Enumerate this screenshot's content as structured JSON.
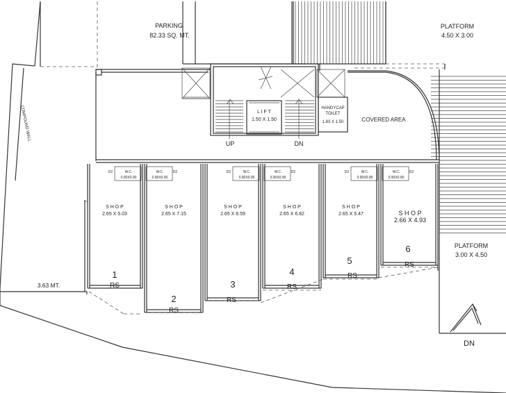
{
  "parking": {
    "title": "PARKING",
    "area": "82.33 SQ. MT."
  },
  "platform_top": {
    "title": "PLATFORM",
    "size": "4.50 X 3.00"
  },
  "platform_right": {
    "title": "PLATFORM",
    "size": "3.00 X 4.50"
  },
  "lift": {
    "title": "L I F T",
    "size": "1.50 X 1.50"
  },
  "toilet": {
    "title": "HANDYCAP",
    "title2": "TOILET",
    "size": "1.83 X 1.50"
  },
  "covered_area": "COVERED AREA",
  "stairs": {
    "up": "UP",
    "down": "DN"
  },
  "compound_wall": "COMPOUND WALL",
  "dimension_left": "3.63 MT.",
  "exit_down": "DN",
  "wc": {
    "label": "W.C.",
    "size": "0.90X0.90",
    "door": "D2"
  },
  "rs": "RS",
  "shops": [
    {
      "label": "S H O P",
      "size": "2.65 X 5.03",
      "number": "1"
    },
    {
      "label": "S H O P",
      "size": "2.65 X 7.15",
      "number": "2"
    },
    {
      "label": "S H O P",
      "size": "2.65 X 6.59",
      "number": "3"
    },
    {
      "label": "S H O P",
      "size": "2.65 X 6.82",
      "number": "4"
    },
    {
      "label": "S H O P",
      "size": "2.65 X 5.47",
      "number": "5"
    },
    {
      "label": "S H O P",
      "size": "2.66 X 4.93",
      "number": "6"
    }
  ]
}
